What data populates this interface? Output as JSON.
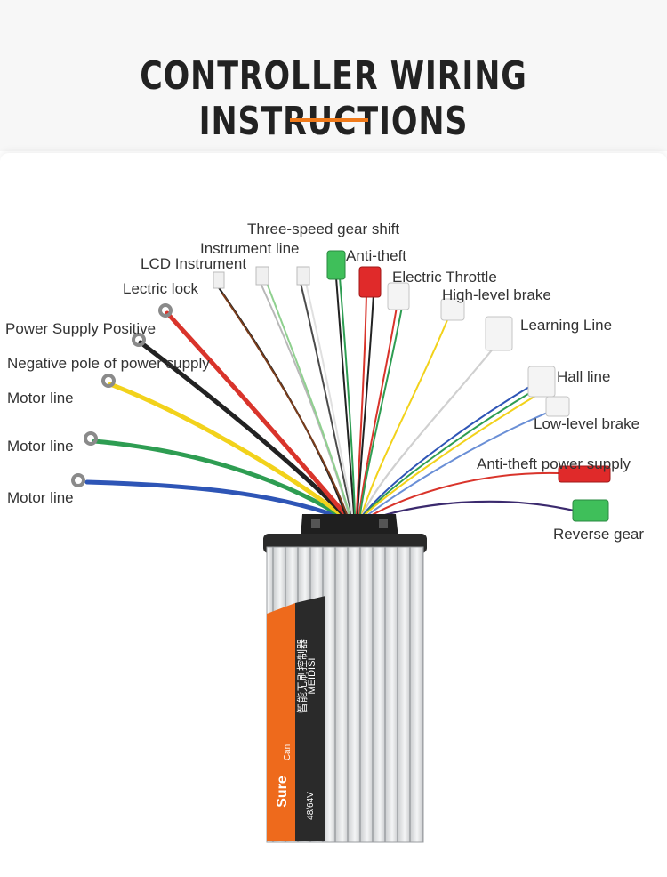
{
  "title": "CONTROLLER WIRING INSTRUCTIONS",
  "colors": {
    "accent": "#f07a1a",
    "red_wire": "#d9342b",
    "black_wire": "#222222",
    "yellow_wire": "#f2d21b",
    "green_wire": "#2e9d52",
    "blue_wire": "#2e55b6",
    "connector_green": "#3fbf5a",
    "connector_red": "#e02a2a"
  },
  "labels": {
    "three_speed_gear_shift": "Three-speed gear shift",
    "instrument_line": "Instrument line",
    "anti_theft": "Anti-theft",
    "lcd_instrument": "LCD Instrument",
    "electric_throttle": "Electric Throttle",
    "lectric_lock": "Lectric lock",
    "high_level_brake": "High-level brake",
    "power_supply_positive": "Power Supply Positive",
    "learning_line": "Learning Line",
    "negative_pole": "Negative pole of power supply",
    "hall_line": "Hall line",
    "motor_line_1": "Motor line",
    "low_level_brake": "Low-level brake",
    "motor_line_2": "Motor line",
    "anti_theft_power_supply": "Anti-theft power supply",
    "motor_line_3": "Motor line",
    "reverse_gear": "Reverse gear"
  },
  "controller": {
    "brand": "MEIDISI",
    "model_text": "智能无刷控制器",
    "series": "Sure",
    "series_sub": "Can",
    "voltage": "48/64V"
  }
}
